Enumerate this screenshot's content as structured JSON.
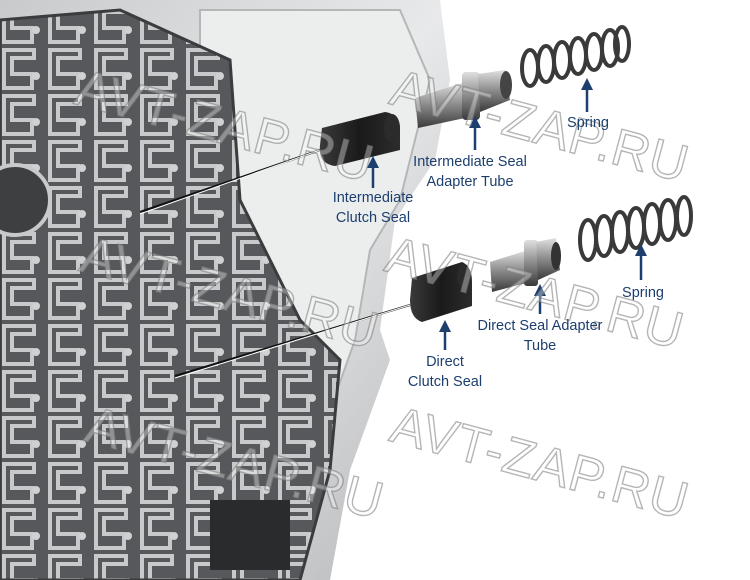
{
  "labels": {
    "spring_top": "Spring",
    "intermediate_tube": [
      "Intermediate Seal",
      "Adapter Tube"
    ],
    "intermediate_seal": [
      "Intermediate",
      "Clutch Seal"
    ],
    "spring_bottom": "Spring",
    "direct_tube": [
      "Direct Seal Adapter",
      "Tube"
    ],
    "direct_seal": [
      "Direct",
      "Clutch Seal"
    ]
  },
  "watermark": "AVT-ZAP.RU",
  "colors": {
    "label": "#1d3f6e",
    "seal": "#1c1c1c",
    "case": "#d9dadb",
    "valve_body": "#6d6f72"
  }
}
